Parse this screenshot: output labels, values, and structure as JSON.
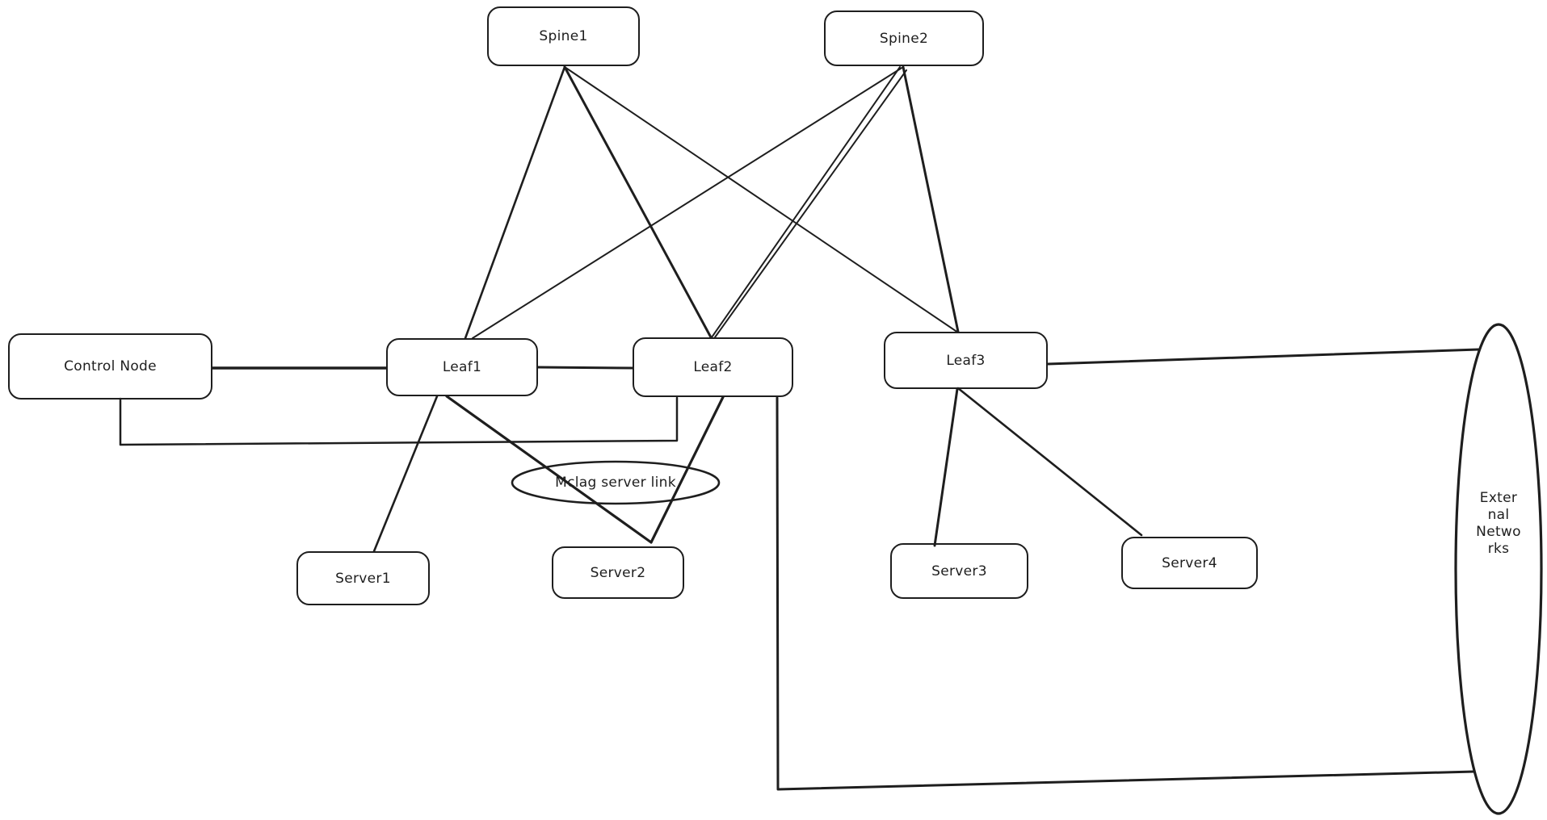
{
  "canvas": {
    "background": "#ffffff",
    "stroke_color": "#1e1e1e"
  },
  "nodes": {
    "spine1": {
      "label": "Spine1"
    },
    "spine2": {
      "label": "Spine2"
    },
    "control_node": {
      "label": "Control Node"
    },
    "leaf1": {
      "label": "Leaf1"
    },
    "leaf2": {
      "label": "Leaf2"
    },
    "leaf3": {
      "label": "Leaf3"
    },
    "server1": {
      "label": "Server1"
    },
    "server2": {
      "label": "Server2"
    },
    "server3": {
      "label": "Server3"
    },
    "server4": {
      "label": "Server4"
    }
  },
  "annotations": {
    "mclag": {
      "label": "Mclag server link"
    },
    "external": {
      "label": "External Networks",
      "lines": [
        "Exter",
        "nal",
        "Netwo",
        "rks"
      ]
    }
  },
  "edges": [
    {
      "from": "spine1",
      "to": "leaf1"
    },
    {
      "from": "spine1",
      "to": "leaf2"
    },
    {
      "from": "spine1",
      "to": "leaf3"
    },
    {
      "from": "spine2",
      "to": "leaf1"
    },
    {
      "from": "spine2",
      "to": "leaf2",
      "double_stroke": true
    },
    {
      "from": "spine2",
      "to": "leaf3"
    },
    {
      "from": "control_node",
      "to": "leaf1"
    },
    {
      "from": "leaf1",
      "to": "leaf2"
    },
    {
      "from": "control_node",
      "to": "leaf2",
      "routed": "elbow"
    },
    {
      "from": "leaf1",
      "to": "server1"
    },
    {
      "from": "leaf1",
      "to": "server2",
      "through": "mclag"
    },
    {
      "from": "leaf2",
      "to": "server2",
      "through": "mclag"
    },
    {
      "from": "leaf3",
      "to": "server3"
    },
    {
      "from": "leaf3",
      "to": "server4"
    },
    {
      "from": "leaf3",
      "to": "external_networks"
    },
    {
      "from": "leaf2",
      "to": "external_networks",
      "routed": "elbow"
    }
  ]
}
